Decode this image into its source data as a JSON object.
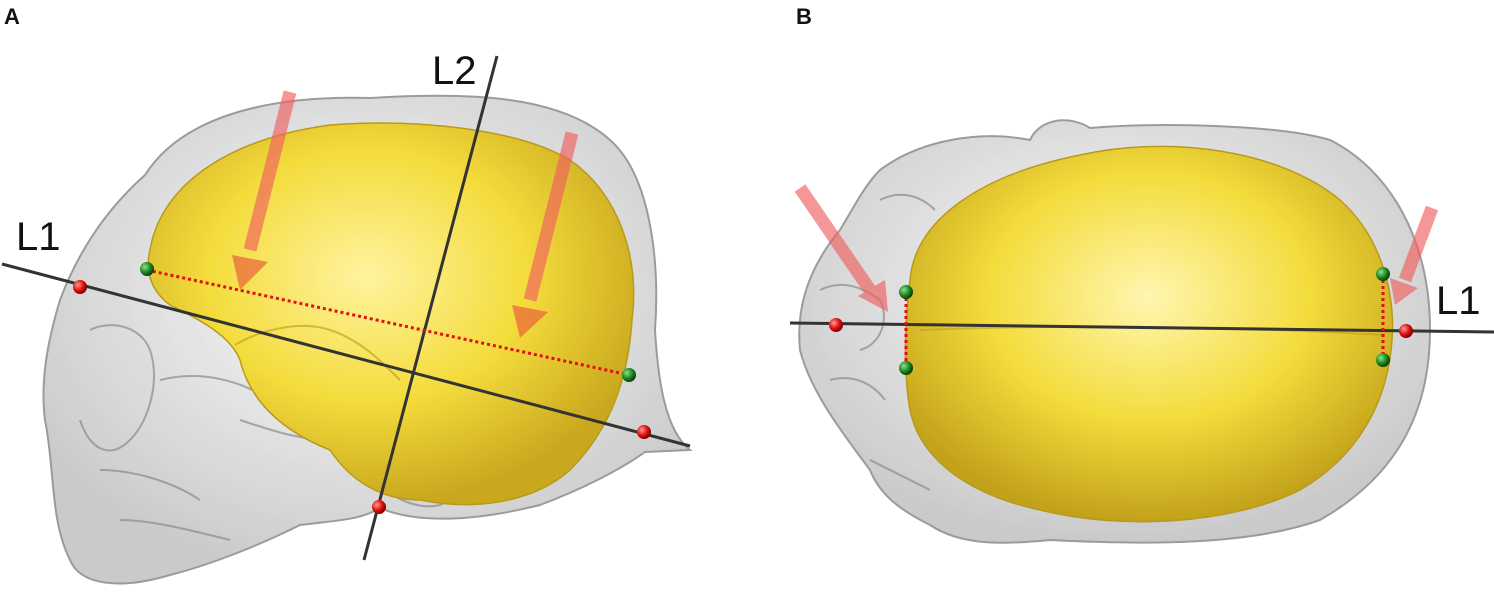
{
  "panels": [
    {
      "letter": "A",
      "axis_labels": [
        "L1",
        "L2"
      ]
    },
    {
      "letter": "B",
      "axis_labels": [
        "L1"
      ]
    }
  ],
  "colors": {
    "endocast": "#f2dc3a",
    "skull": "#c9c9c9",
    "arrow": "#f07070",
    "landmark_red": "#e01010",
    "landmark_green": "#1e8a1e",
    "dotted_line": "#e01010",
    "axis_line": "#333333"
  }
}
